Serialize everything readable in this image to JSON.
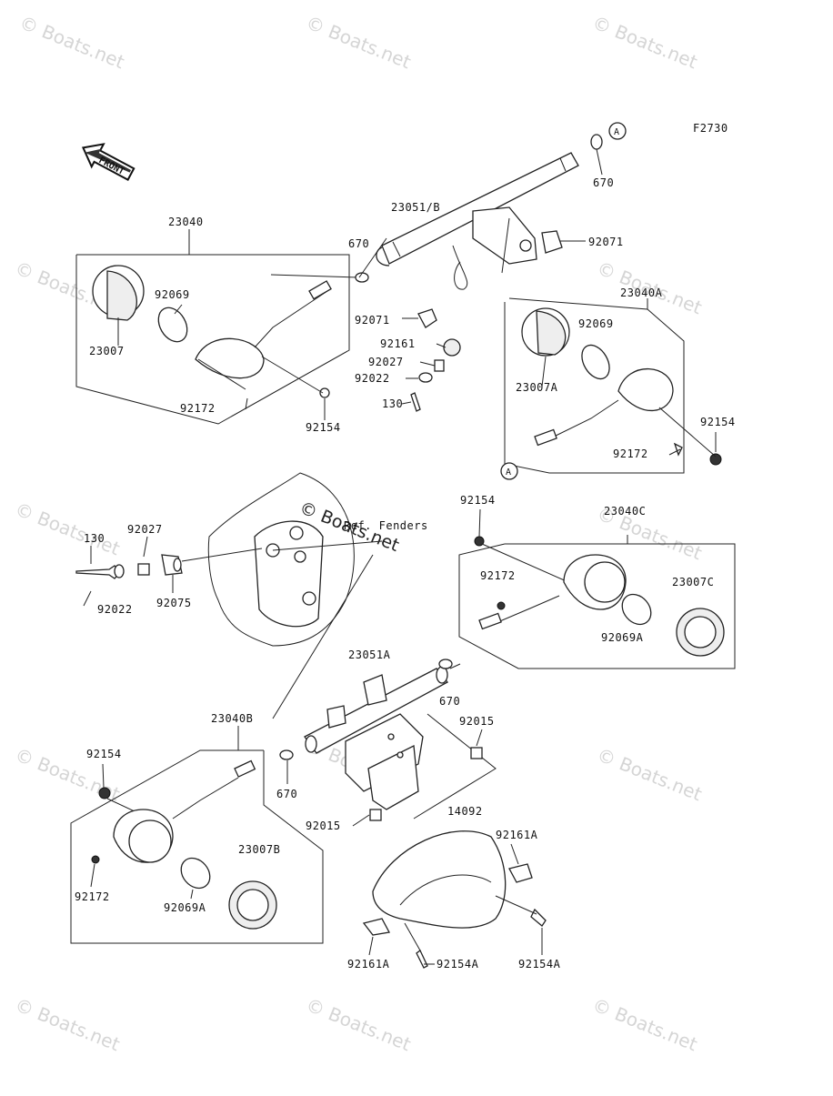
{
  "figure_code": "F2730",
  "front_arrow_label": "FRONT",
  "callout": "A",
  "ref_note": "Ref. Fenders",
  "watermark": "© Boats.net",
  "labels": {
    "p23040": "23040",
    "p23051b": "23051/B",
    "p670_top": "670",
    "p670_a": "670",
    "p92071_r": "92071",
    "p92071_l": "92071",
    "p92069": "92069",
    "p23007": "23007",
    "p92161": "92161",
    "p92027": "92027",
    "p92022": "92022",
    "p130": "130",
    "p92172": "92172",
    "p92154": "92154",
    "p23040a": "23040A",
    "p92069_a": "92069",
    "p23007a": "23007A",
    "p92154_r": "92154",
    "p92172_r": "92172",
    "p130_l": "130",
    "p92027_l": "92027",
    "p92022_l": "92022",
    "p92075": "92075",
    "p92154_c": "92154",
    "p23040c": "23040C",
    "p92172_c": "92172",
    "p23007c": "23007C",
    "p92069a": "92069A",
    "p23051a": "23051A",
    "p670_m": "670",
    "p92015_r": "92015",
    "p23040b": "23040B",
    "p92154_b": "92154",
    "p670_b": "670",
    "p92015_l": "92015",
    "p14092": "14092",
    "p92161a_r": "92161A",
    "p23007b": "23007B",
    "p92172_b": "92172",
    "p92069a_b": "92069A",
    "p92161a_l": "92161A",
    "p92154a_m": "92154A",
    "p92154a_r": "92154A"
  }
}
